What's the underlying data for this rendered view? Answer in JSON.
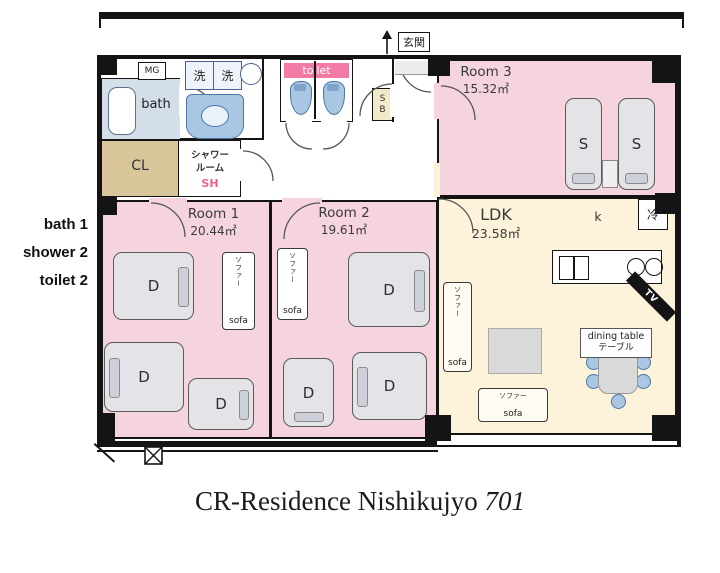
{
  "caption": {
    "name": "CR-Residence Nishikujyo",
    "unit": "701"
  },
  "side_notes": [
    {
      "label": "bath 1"
    },
    {
      "label": "shower 2"
    },
    {
      "label": "toilet 2"
    }
  ],
  "rooms": {
    "room1": {
      "name": "Room 1",
      "area": "20.44㎡"
    },
    "room2": {
      "name": "Room 2",
      "area": "19.61㎡"
    },
    "room3": {
      "name": "Room 3",
      "area": "15.32㎡"
    },
    "ldk": {
      "name": "LDK",
      "area": "23.58㎡"
    },
    "bath": {
      "name": "bath"
    },
    "closet": {
      "name": "CL"
    },
    "shower_room": {
      "line1": "シャワー",
      "line2": "ルーム",
      "tag": "SH"
    },
    "toilet": {
      "name": "toilet"
    },
    "entrance": {
      "name": "玄関"
    },
    "shoe_box": {
      "name": "SB"
    },
    "meter_box": {
      "name": "MG"
    },
    "kitchen": {
      "name": "k"
    },
    "fridge": {
      "name": "冷"
    },
    "tv": {
      "name": "TV"
    }
  },
  "furniture": {
    "double_bed": "D",
    "single_bed": "S",
    "washer": "洗",
    "sofa_jp": "ソファー",
    "sofa_en": "sofa",
    "dining_table_en": "dining table",
    "dining_table_jp": "テーブル"
  },
  "colors": {
    "bedroom_pink": "#f5d4de",
    "ldk_cream": "#fdf3da",
    "closet_tan": "#d8c59a",
    "bath_blue": "#d4dee9",
    "fixture_blue": "#a9c6e2",
    "accent_pink": "#ee5f92",
    "wall_black": "#141414"
  }
}
